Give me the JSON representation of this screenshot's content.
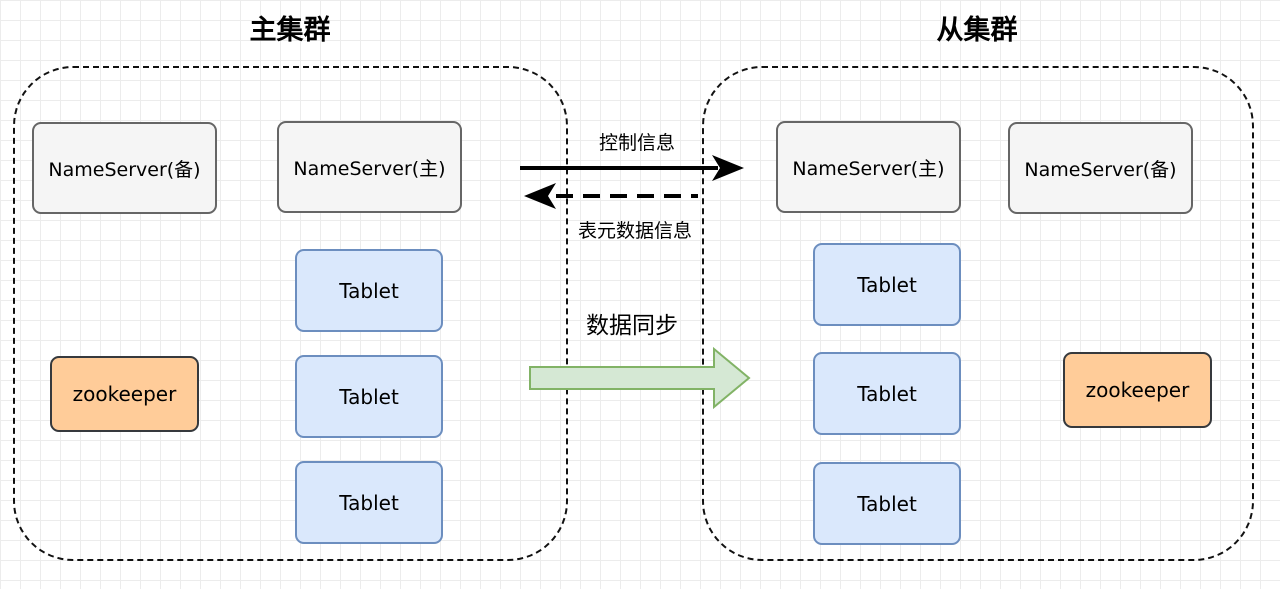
{
  "clusters": {
    "primary": {
      "title": "主集群",
      "nameserver_backup": "NameServer(备)",
      "nameserver_master": "NameServer(主)",
      "tablets": [
        "Tablet",
        "Tablet",
        "Tablet"
      ],
      "zookeeper": "zookeeper"
    },
    "secondary": {
      "title": "从集群",
      "nameserver_master": "NameServer(主)",
      "nameserver_backup": "NameServer(备)",
      "tablets": [
        "Tablet",
        "Tablet",
        "Tablet"
      ],
      "zookeeper": "zookeeper"
    }
  },
  "connections": {
    "control_info": "控制信息",
    "table_metadata_info": "表元数据信息",
    "data_sync": "数据同步"
  },
  "colors": {
    "nameserver_fill": "#f5f5f5",
    "tablet_fill": "#dae8fc",
    "zookeeper_fill": "#ffcc99",
    "sync_arrow_fill": "#d5e8d4",
    "sync_arrow_stroke": "#82b366"
  }
}
